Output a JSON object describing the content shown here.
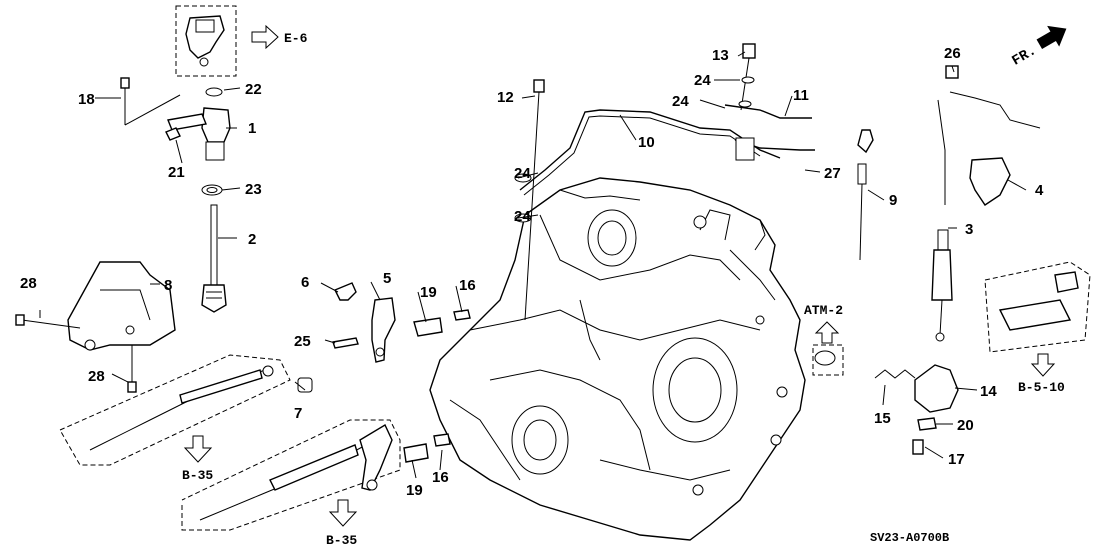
{
  "diagram": {
    "part_numbers": [
      {
        "id": "p1",
        "label": "1"
      },
      {
        "id": "p2",
        "label": "2"
      },
      {
        "id": "p3",
        "label": "3"
      },
      {
        "id": "p4",
        "label": "4"
      },
      {
        "id": "p5",
        "label": "5"
      },
      {
        "id": "p6",
        "label": "6"
      },
      {
        "id": "p7",
        "label": "7"
      },
      {
        "id": "p8",
        "label": "8"
      },
      {
        "id": "p9",
        "label": "9"
      },
      {
        "id": "p10",
        "label": "10"
      },
      {
        "id": "p11",
        "label": "11"
      },
      {
        "id": "p12",
        "label": "12"
      },
      {
        "id": "p13",
        "label": "13"
      },
      {
        "id": "p14",
        "label": "14"
      },
      {
        "id": "p15",
        "label": "15"
      },
      {
        "id": "p16a",
        "label": "16"
      },
      {
        "id": "p16b",
        "label": "16"
      },
      {
        "id": "p17",
        "label": "17"
      },
      {
        "id": "p18",
        "label": "18"
      },
      {
        "id": "p19a",
        "label": "19"
      },
      {
        "id": "p19b",
        "label": "19"
      },
      {
        "id": "p20",
        "label": "20"
      },
      {
        "id": "p21",
        "label": "21"
      },
      {
        "id": "p22",
        "label": "22"
      },
      {
        "id": "p23",
        "label": "23"
      },
      {
        "id": "p24a",
        "label": "24"
      },
      {
        "id": "p24b",
        "label": "24"
      },
      {
        "id": "p24c",
        "label": "24"
      },
      {
        "id": "p24d",
        "label": "24"
      },
      {
        "id": "p25",
        "label": "25"
      },
      {
        "id": "p26",
        "label": "26"
      },
      {
        "id": "p27",
        "label": "27"
      },
      {
        "id": "p28a",
        "label": "28"
      },
      {
        "id": "p28b",
        "label": "28"
      }
    ],
    "references": [
      {
        "id": "e6",
        "label": "E-6"
      },
      {
        "id": "atm2",
        "label": "ATM-2"
      },
      {
        "id": "b510",
        "label": "B-5-10"
      },
      {
        "id": "b35a",
        "label": "B-35"
      },
      {
        "id": "b35b",
        "label": "B-35"
      }
    ],
    "direction_label": "FR.",
    "diagram_code": "SV23-A0700B"
  }
}
